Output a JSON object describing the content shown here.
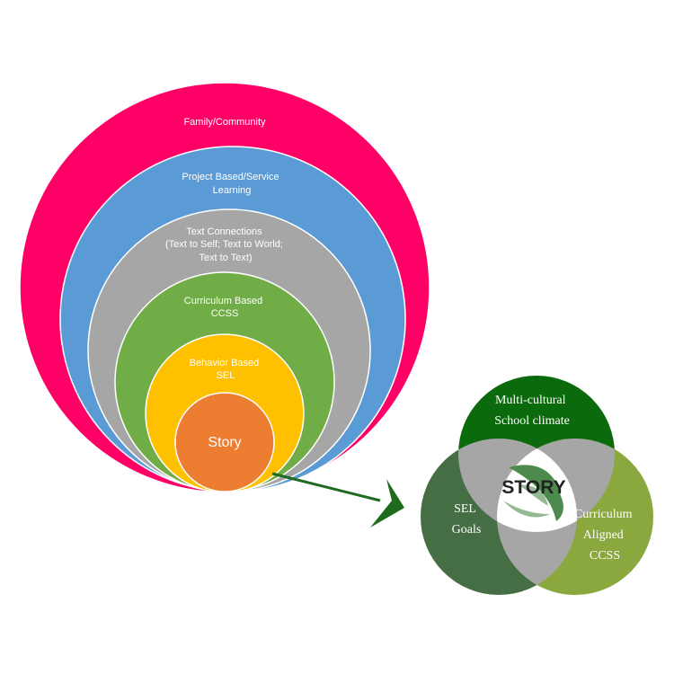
{
  "nested_circles": {
    "rings": [
      {
        "id": "family",
        "lines": [
          "Family/Community"
        ],
        "color": "#ff0066"
      },
      {
        "id": "project",
        "lines": [
          "Project Based/Service",
          "Learning"
        ],
        "color": "#5b9bd5"
      },
      {
        "id": "text",
        "lines": [
          "Text  Connections",
          "(Text to Self; Text to World;",
          "Text to Text)"
        ],
        "color": "#a6a6a6"
      },
      {
        "id": "curriculum",
        "lines": [
          "Curriculum Based",
          "CCSS"
        ],
        "color": "#70ad47"
      },
      {
        "id": "behavior",
        "lines": [
          "Behavior Based",
          "SEL"
        ],
        "color": "#ffc000"
      },
      {
        "id": "story",
        "lines": [
          "Story"
        ],
        "color": "#ed7d31"
      }
    ]
  },
  "arrow": {
    "color": "#1e6b1e"
  },
  "venn": {
    "top": {
      "lines": [
        "Multi-cultural",
        "School climate"
      ],
      "color": "#0b6a0b"
    },
    "left": {
      "lines": [
        "SEL",
        "Goals"
      ],
      "color": "#456e44"
    },
    "right": {
      "lines": [
        "Curriculum",
        "Aligned",
        "CCSS"
      ],
      "color": "#8aa83d"
    },
    "overlap_color": "#a6a6a6",
    "center": {
      "label": "STORY",
      "leaf_color": "#4d8a4d"
    }
  }
}
